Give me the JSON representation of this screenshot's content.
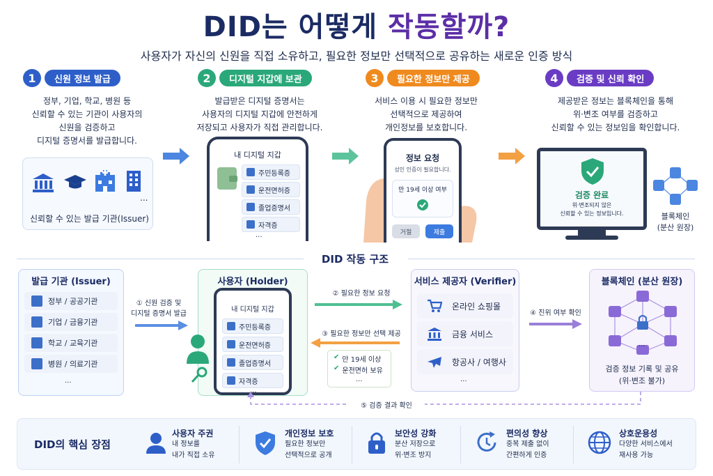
{
  "header": {
    "title_main": "DID는 어떻게 ",
    "title_highlight": "작동할까?",
    "subtitle": "사용자가 자신의 신원을 직접 소유하고, 필요한 정보만 선택적으로 공유하는 새로운 인증 방식"
  },
  "steps": [
    {
      "num": "1",
      "label": "신원 정보 발급",
      "desc1": "정부, 기업, 학교, 병원 등",
      "desc2": "신뢰할 수 있는 기관이 사용자의",
      "desc3": "신원을 검증하고",
      "desc4": "디지털 증명서를 발급합니다.",
      "color": "#2e5fc9"
    },
    {
      "num": "2",
      "label": "디지털 지갑에 보관",
      "desc1": "발급받은 디지털 증명서는",
      "desc2": "사용자의 디지털 지갑에 안전하게",
      "desc3": "저장되고 사용자가 직접 관리합니다.",
      "color": "#2aa87a"
    },
    {
      "num": "3",
      "label": "필요한 정보만 제공",
      "desc1": "서비스 이용 시 필요한 정보만",
      "desc2": "선택적으로 제공하여",
      "desc3": "개인정보를 보호합니다.",
      "color": "#ef8a1f"
    },
    {
      "num": "4",
      "label": "검증 및 신뢰 확인",
      "desc1": "제공받은 정보는 블록체인을 통해",
      "desc2": "위·변조 여부를 검증하고",
      "desc3": "신뢰할 수 있는 정보임을 확인합니다.",
      "color": "#6a3cc4"
    }
  ],
  "issuer_card": {
    "caption": "신뢰할 수 있는 발급 기관(Issuer)",
    "more": "..."
  },
  "wallet_phone": {
    "title": "내 디지털 지갑",
    "items": [
      "주민등록증",
      "운전면허증",
      "졸업증명서",
      "자격증"
    ],
    "more": "..."
  },
  "request_phone": {
    "title": "정보 요청",
    "subtitle": "성인 인증이 필요합니다.",
    "question": "만 19세 이상 여부",
    "reject": "거절",
    "submit": "제출"
  },
  "verify_monitor": {
    "status": "검증 완료",
    "desc1": "위·변조되지 않은",
    "desc2": "신뢰할 수 있는 정보입니다.",
    "blockchain_label1": "블록체인",
    "blockchain_label2": "(분산 원장)"
  },
  "structure": {
    "title": "DID 작동 구조",
    "issuer": {
      "title": "발급 기관 (Issuer)",
      "rows": [
        "정부 / 공공기관",
        "기업 / 금융기관",
        "학교 / 교육기관",
        "병원 / 의료기관"
      ],
      "more": "..."
    },
    "holder": {
      "title": "사용자 (Holder)",
      "wallet_title": "내 디지털 지갑",
      "items": [
        "주민등록증",
        "운전면허증",
        "졸업증명서",
        "자격증"
      ],
      "more": "..."
    },
    "verifier": {
      "title": "서비스 제공자 (Verifier)",
      "rows": [
        "온라인 쇼핑몰",
        "금융 서비스",
        "항공사 / 여행사"
      ],
      "more": "..."
    },
    "blockchain": {
      "title": "블록체인 (분산 원장)",
      "more": "...",
      "caption1": "검증 정보 기록 및 공유",
      "caption2": "(위·변조 불가)"
    },
    "flows": {
      "f1a": "① 신원 검증 및",
      "f1b": "디지털 증명서 발급",
      "f2": "② 필요한 정보 요청",
      "f3": "③ 필요한 정보만 선택 제공",
      "f3_item1": "만 19세 이상",
      "f3_item2": "운전면허 보유",
      "f3_more": "...",
      "f4": "④ 진위 여부 확인",
      "f5": "⑤ 검증 결과 확인"
    }
  },
  "benefits": {
    "title": "DID의 핵심 장점",
    "items": [
      {
        "title": "사용자 주권",
        "d1": "내 정보를",
        "d2": "내가 직접 소유"
      },
      {
        "title": "개인정보 보호",
        "d1": "필요한 정보만",
        "d2": "선택적으로 공개"
      },
      {
        "title": "보안성 강화",
        "d1": "분산 저장으로",
        "d2": "위·변조 방지"
      },
      {
        "title": "편의성 향상",
        "d1": "중복 제출 없이",
        "d2": "간편하게 인증"
      },
      {
        "title": "상호운용성",
        "d1": "다양한 서비스에서",
        "d2": "재사용 가능"
      }
    ]
  }
}
